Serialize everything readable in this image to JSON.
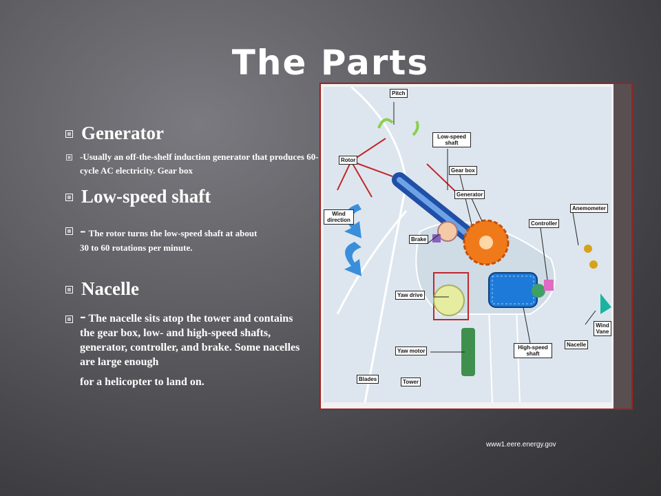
{
  "slide": {
    "title": "The Parts",
    "credit": "www1.eere.energy.gov"
  },
  "bullets": [
    {
      "heading": "Generator"
    },
    {
      "text": "-Usually an off-the-shelf induction generator that produces 60-cycle AC electricity. Gear box"
    },
    {
      "heading": "Low-speed shaft"
    },
    {
      "dash": "-",
      "text": "The rotor turns the low-speed shaft at about",
      "text2": "30 to 60 rotations per minute."
    },
    {
      "heading": "Nacelle"
    },
    {
      "dash": "-",
      "text": "The nacelle sits atop the tower and contains the gear box, low- and high-speed shafts, generator, controller, and brake. Some nacelles are large enough",
      "text2": "for a helicopter to land on."
    }
  ],
  "diagram": {
    "labels": {
      "pitch": "Pitch",
      "rotor": "Rotor",
      "low_speed_shaft": "Low-speed shaft",
      "gear_box": "Gear box",
      "generator": "Generator",
      "anemometer": "Anemometer",
      "wind_direction": "Wind direction",
      "controller": "Controller",
      "brake": "Brake",
      "yaw_drive": "Yaw drive",
      "wind_vane": "Wind Vane",
      "yaw_motor": "Yaw motor",
      "high_speed_shaft": "High-speed shaft",
      "nacelle": "Nacelle",
      "blades": "Blades",
      "tower": "Tower"
    }
  }
}
